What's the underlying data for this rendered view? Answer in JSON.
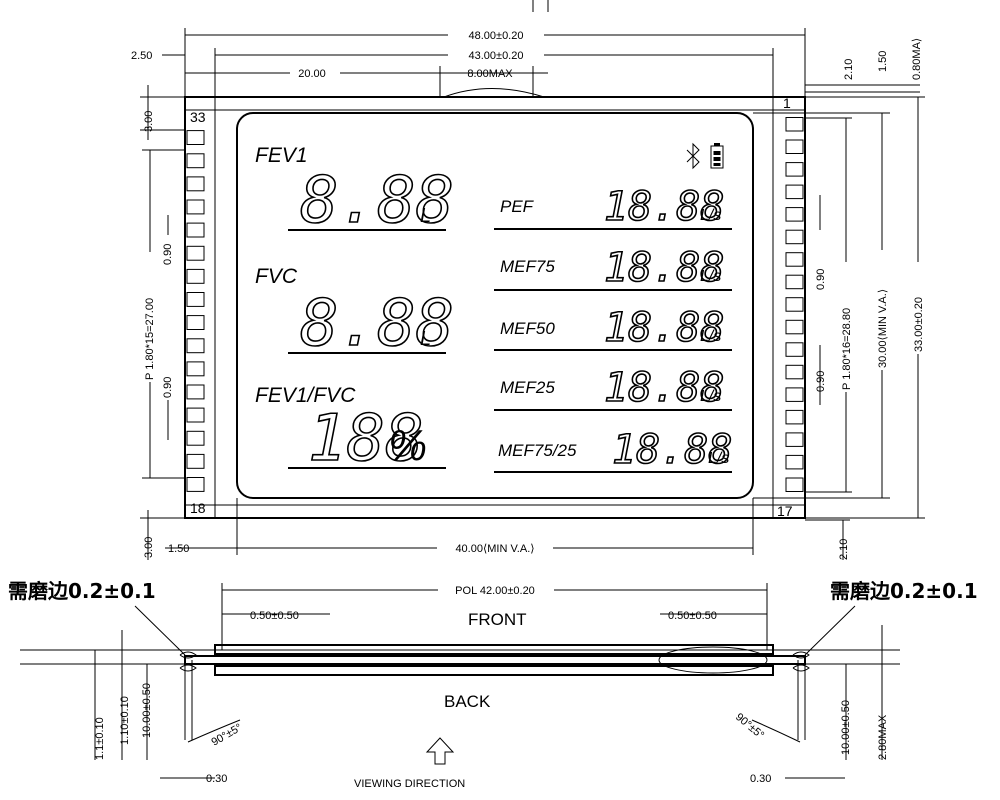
{
  "display": {
    "labels": {
      "fev1": "FEV1",
      "fvc": "FVC",
      "ratio": "FEV1/FVC",
      "pef": "PEF",
      "mef75": "MEF75",
      "mef50": "MEF50",
      "mef25": "MEF25",
      "mef7525": "MEF75/25"
    },
    "digits": {
      "fev1": "8.88",
      "fvc": "8.88",
      "ratio": "188",
      "small": "18.88"
    },
    "units": {
      "liter": "L",
      "percent": "%",
      "flow": "L/s"
    }
  },
  "pins": {
    "top_right": "1",
    "top_left": "33",
    "bottom_left": "18",
    "bottom_right": "17"
  },
  "dimensions": {
    "overall_width": "48.00±0.20",
    "pitch_width": "43.00±0.20",
    "left_offset": "20.00",
    "tail": "8.00MAX",
    "left_margin": "2.50",
    "top_right_a": "2.10",
    "top_right_b": "1.50",
    "top_right_c": "0.80MA⟩",
    "left_top": "3.00",
    "left_pitch": "P 1.80*15=27.00",
    "left_pin_a": "0.90",
    "left_pin_b": "0.90",
    "right_pin_a": "0.90",
    "right_pin_b": "0.90",
    "right_pitch": "P 1.80*16=28.80",
    "va_height": "30.00⟨MIN V.A.⟩",
    "overall_height": "33.00±0.20",
    "bottom_left_a": "3.00",
    "bottom_left_b": "1.50",
    "va_width": "40.00⟨MIN V.A.⟩",
    "bottom_right": "2.10",
    "pol": "POL 42.00±0.20",
    "front_left": "0.50±0.50",
    "front_right": "0.50±0.50",
    "side_a": "1.1±0.10",
    "side_b": "1.10±0.10",
    "side_c": "10.00±0.50",
    "side_d": "10.00±0.50",
    "side_e": "2.80MAX",
    "angle_left": "90°±5°",
    "angle_right": "90°±5°",
    "pin_thick_left": "0.30",
    "pin_thick_right": "0.30"
  },
  "side_view": {
    "front": "FRONT",
    "back": "BACK",
    "viewing": "VIEWING DIRECTION"
  },
  "notes": {
    "left": "需磨边0.2±0.1",
    "right": "需磨边0.2±0.1"
  },
  "icons": {
    "status": [
      "bluetooth-icon",
      "battery-icon"
    ]
  }
}
